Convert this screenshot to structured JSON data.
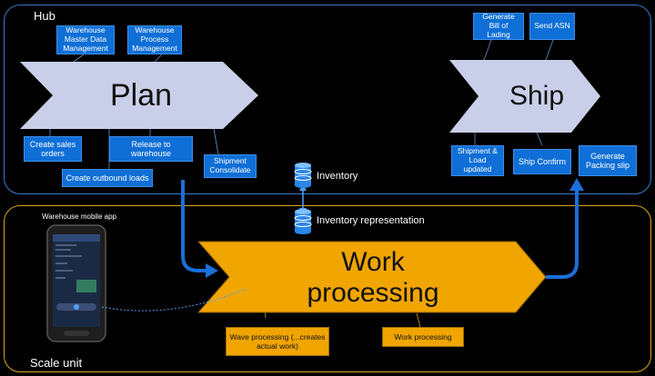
{
  "regions": {
    "hub_label": "Hub",
    "scale_unit_label": "Scale unit"
  },
  "plan": {
    "title": "Plan",
    "top_boxes": [
      "Warehouse Master Data Management",
      "Warehouse Process Management"
    ],
    "bottom_boxes": [
      "Create sales orders",
      "Create outbound loads",
      "Release to warehouse",
      "Shipment Consolidate"
    ]
  },
  "ship": {
    "title": "Ship",
    "top_boxes": [
      "Generate Bill of Lading",
      "Send ASN"
    ],
    "bottom_boxes": [
      "Shipment & Load updated",
      "Ship Confirm",
      "Generate Packing slip"
    ]
  },
  "inventory": {
    "label": "Inventory",
    "representation_label": "Inventory representation"
  },
  "work": {
    "title_line1": "Work",
    "title_line2": "processing",
    "boxes": [
      "Wave processing (...creates actual work)",
      "Work processing"
    ]
  },
  "mobile": {
    "label": "Warehouse mobile app"
  },
  "colors": {
    "hub_border": "#3a78c8",
    "scale_border": "#d9a21c",
    "chevron": "#c9cfe8",
    "work_chevron": "#f0a500",
    "box_blue": "#0f6fd6",
    "arrow_blue": "#1a6fd8"
  }
}
